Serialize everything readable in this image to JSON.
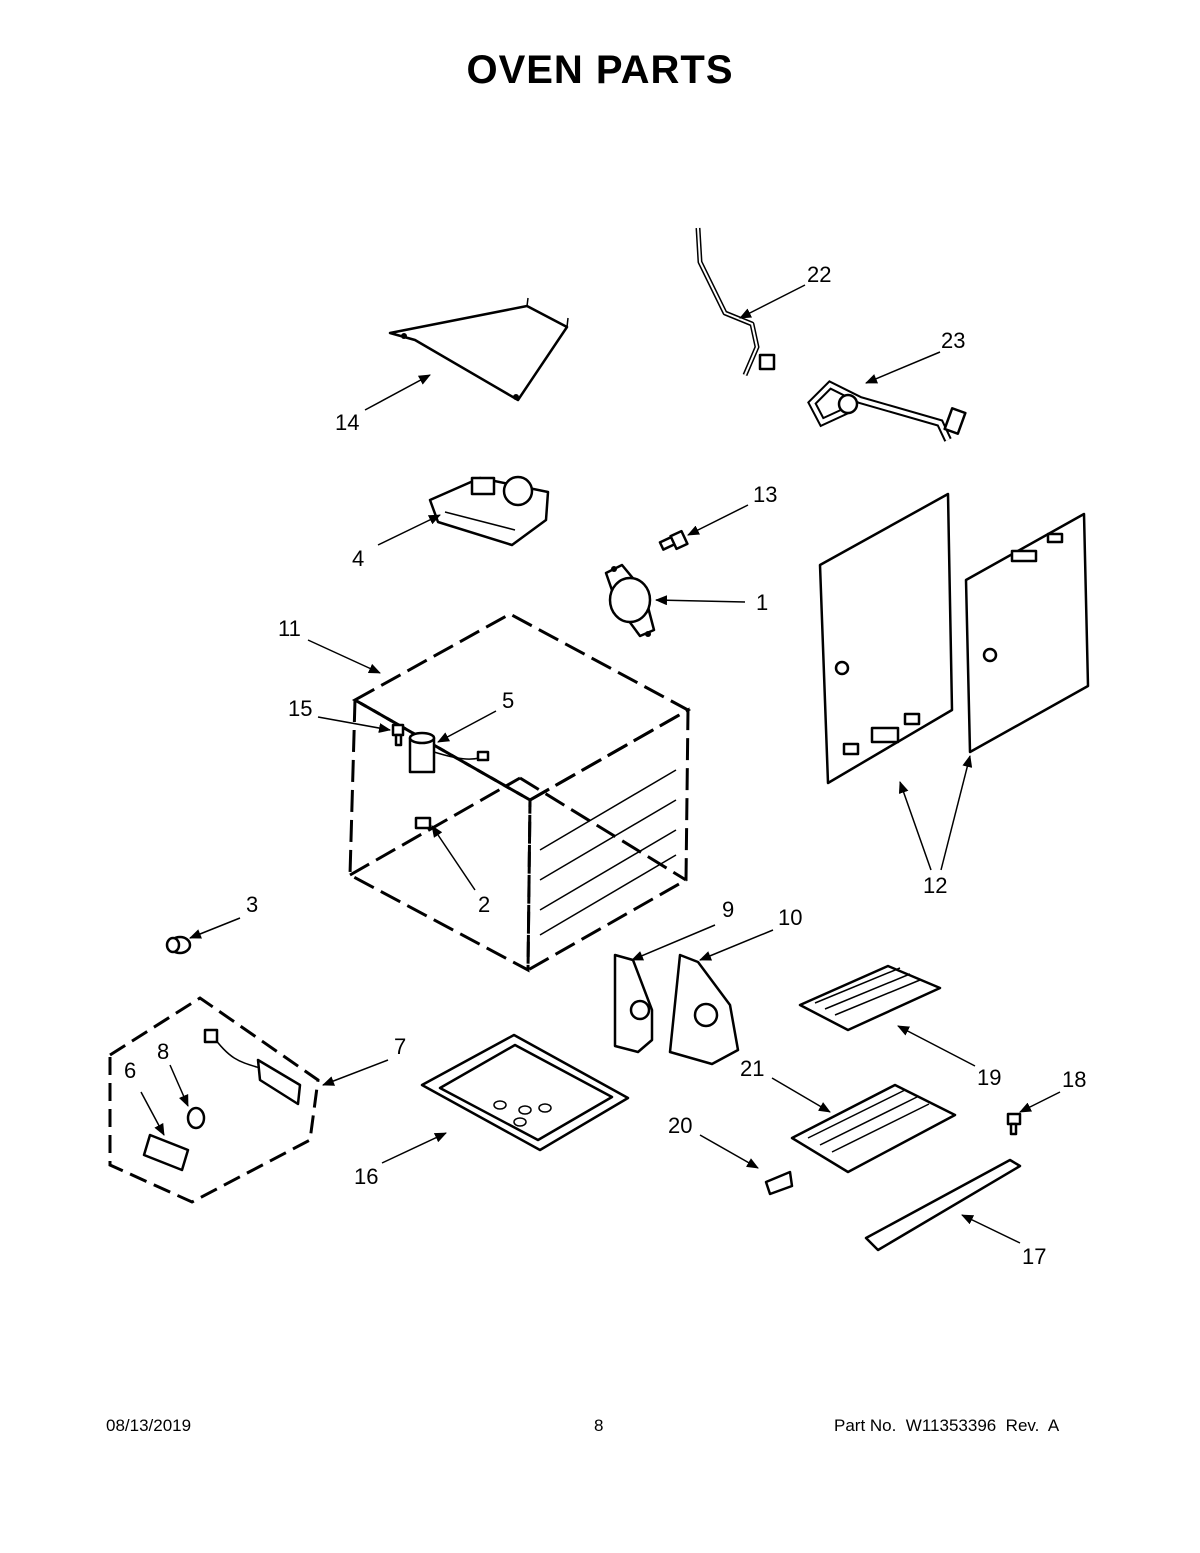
{
  "title": "OVEN PARTS",
  "callouts": [
    "1",
    "2",
    "3",
    "4",
    "5",
    "6",
    "7",
    "8",
    "9",
    "10",
    "11",
    "12",
    "13",
    "14",
    "15",
    "16",
    "17",
    "18",
    "19",
    "20",
    "21",
    "22",
    "23"
  ],
  "footer": {
    "date": "08/13/2019",
    "page": "8",
    "part_no": "Part No.  W11353396  Rev.  A"
  }
}
